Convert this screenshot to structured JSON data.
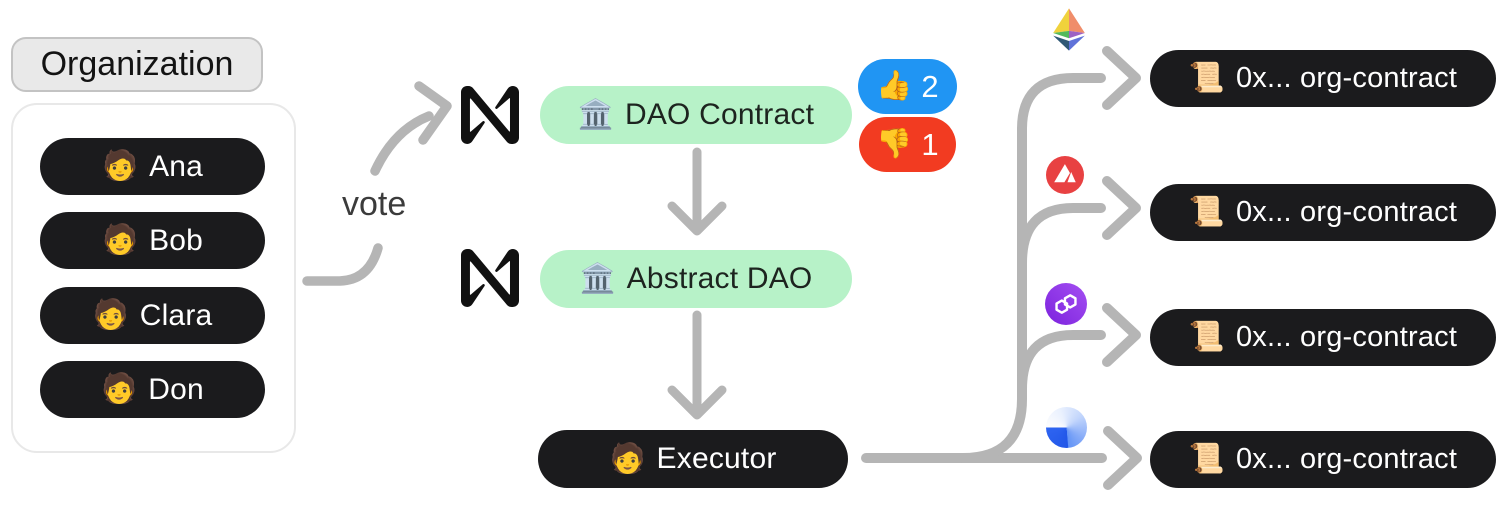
{
  "diagram": {
    "organization": {
      "label": "Organization",
      "members": [
        {
          "icon": "🧑",
          "name": "Ana"
        },
        {
          "icon": "🧑",
          "name": "Bob"
        },
        {
          "icon": "🧑",
          "name": "Clara"
        },
        {
          "icon": "🧑",
          "name": "Don"
        }
      ]
    },
    "vote": {
      "label": "vote",
      "upvotes": {
        "icon": "👍",
        "count": "2"
      },
      "downvotes": {
        "icon": "👎",
        "count": "1"
      }
    },
    "near_nodes": [
      {
        "icon": "🏛️",
        "label": "DAO Contract",
        "chain_icon": "near-logo"
      },
      {
        "icon": "🏛️",
        "label": "Abstract DAO",
        "chain_icon": "near-logo"
      }
    ],
    "executor": {
      "icon": "🧑",
      "label": "Executor"
    },
    "chains": [
      {
        "chain_icon": "ethereum-logo",
        "contract": {
          "icon": "📜",
          "label": "0x... org-contract"
        }
      },
      {
        "chain_icon": "avalanche-logo",
        "contract": {
          "icon": "📜",
          "label": "0x... org-contract"
        }
      },
      {
        "chain_icon": "polygon-logo",
        "contract": {
          "icon": "📜",
          "label": "0x... org-contract"
        }
      },
      {
        "chain_icon": "blue-gradient-logo",
        "contract": {
          "icon": "📜",
          "label": "0x... org-contract"
        }
      }
    ],
    "colors": {
      "node_green": "#b7f2c8",
      "node_dark": "#1b1b1d",
      "badge_blue": "#2095f3",
      "badge_red": "#f23b21",
      "connector_gray": "#b5b5b5",
      "near_black": "#111111",
      "avalanche_red": "#e84142",
      "polygon_purple": "#8b3ae8",
      "blue_orb": "#2e64f1"
    }
  }
}
